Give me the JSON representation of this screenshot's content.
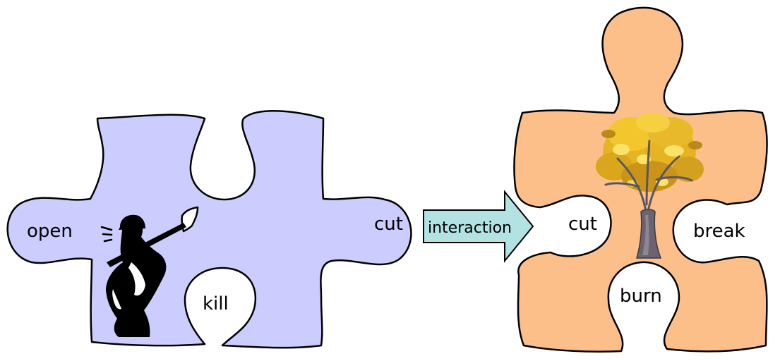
{
  "diagram": {
    "arrow": {
      "label": "interaction",
      "fill": "#b3e2e3"
    },
    "left_piece": {
      "fill": "#ccccff",
      "labels": {
        "open": "open",
        "kill": "kill",
        "cut": "cut"
      },
      "figure_icon": "woodcutter-with-axe-icon"
    },
    "right_piece": {
      "fill": "#fdbf8a",
      "labels": {
        "cut": "cut",
        "break": "break",
        "burn": "burn"
      },
      "figure_icon": "autumn-tree-icon"
    }
  }
}
